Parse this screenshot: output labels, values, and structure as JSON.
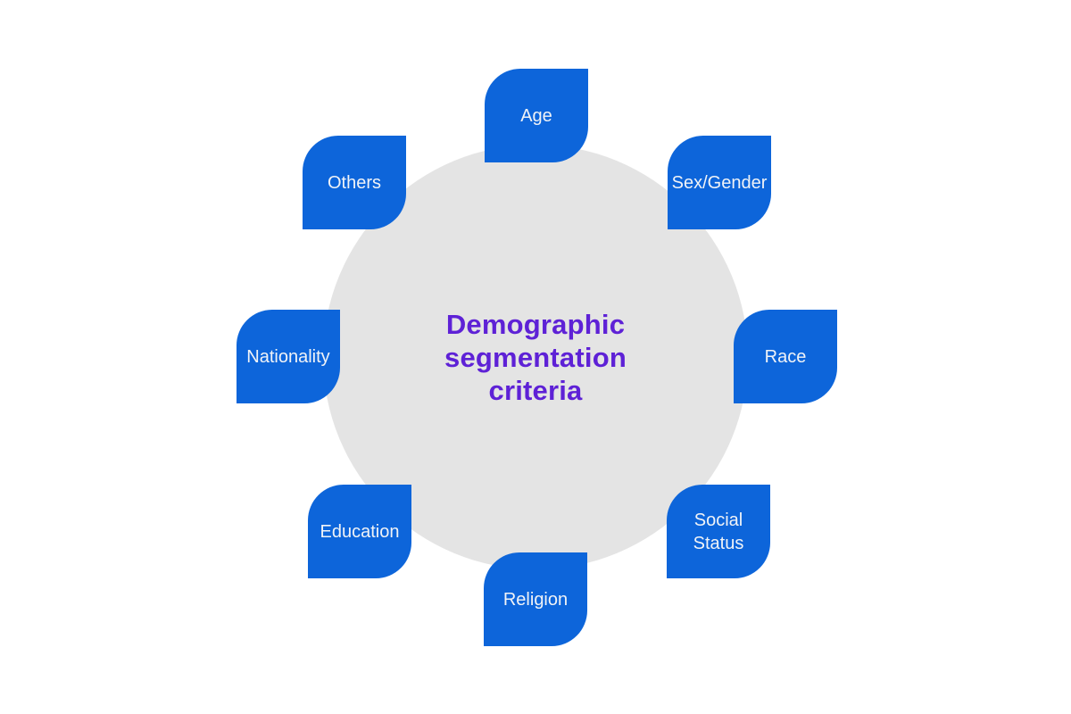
{
  "diagram": {
    "title": "Demographic\nsegmentation\ncriteria",
    "colors": {
      "petal": "#0d65da",
      "circle": "#e4e4e4",
      "title": "#5e21d6",
      "label": "#f0f3f7",
      "page-bg": "#ffffff"
    },
    "nodes": [
      {
        "id": "age",
        "label": "Age"
      },
      {
        "id": "sex-gender",
        "label": "Sex/Gender"
      },
      {
        "id": "race",
        "label": "Race"
      },
      {
        "id": "social-status",
        "label": "Social\nStatus"
      },
      {
        "id": "religion",
        "label": "Religion"
      },
      {
        "id": "education",
        "label": "Education"
      },
      {
        "id": "nationality",
        "label": "Nationality"
      },
      {
        "id": "others",
        "label": "Others"
      }
    ]
  }
}
